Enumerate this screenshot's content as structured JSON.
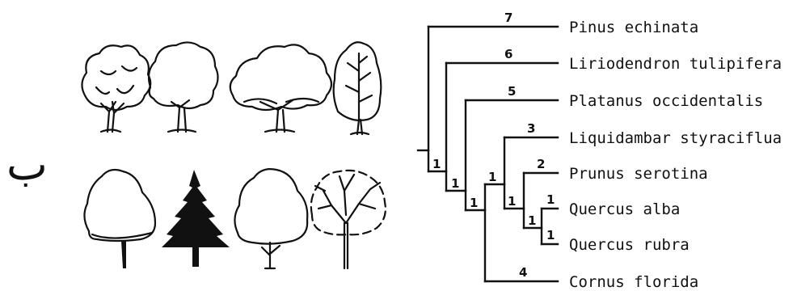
{
  "panel_label": "ب",
  "tree_icons": [
    {
      "name": "tree-icon-oak"
    },
    {
      "name": "tree-icon-rounded"
    },
    {
      "name": "tree-icon-spreading"
    },
    {
      "name": "tree-icon-columnar"
    },
    {
      "name": "tree-icon-oval"
    },
    {
      "name": "tree-icon-conifer"
    },
    {
      "name": "tree-icon-broad"
    },
    {
      "name": "tree-icon-bare"
    }
  ],
  "cladogram": {
    "taxa": [
      "Pinus echinata",
      "Liriodendron tulipifera",
      "Platanus occidentalis",
      "Liquidambar styraciflua",
      "Prunus serotina",
      "Quercus alba",
      "Quercus rubra",
      "Cornus florida"
    ],
    "tip_numbers": {
      "Pinus echinata": "7",
      "Liriodendron tulipifera": "6",
      "Platanus occidentalis": "5",
      "Liquidambar styraciflua": "3",
      "Prunus serotina": "2",
      "Quercus alba": "1",
      "Quercus rubra": "1",
      "Cornus florida": "4"
    },
    "node_labels": [
      "1",
      "1",
      "1",
      "1",
      "1",
      "1"
    ]
  }
}
